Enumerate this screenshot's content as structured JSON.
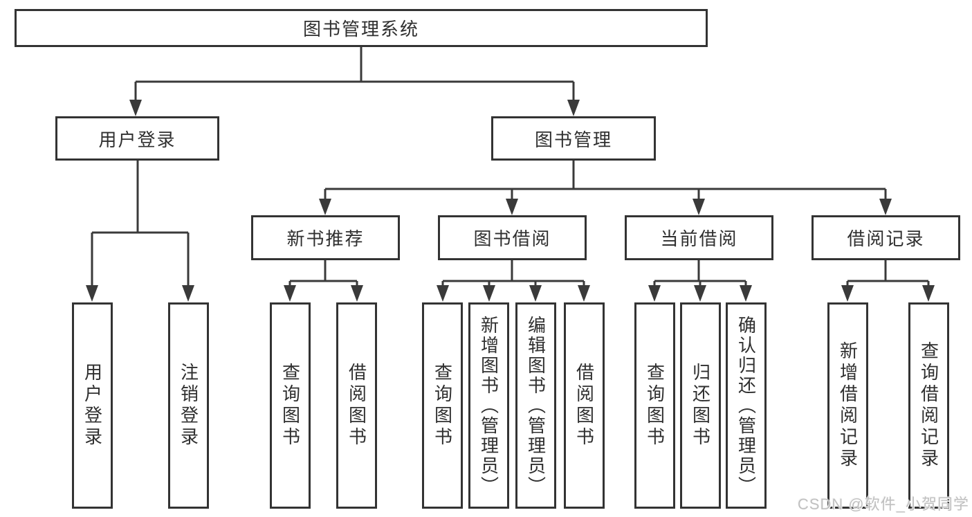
{
  "colors": {
    "line": "#3a3a3a",
    "box_border": "#333333",
    "box_fill": "#ffffff",
    "text": "#2f2f2f",
    "watermark": "#c0c0c0"
  },
  "watermark": {
    "text": "CSDN @软件_小贺同学"
  },
  "diagram": {
    "type": "tree",
    "root": {
      "label": "图书管理系统"
    },
    "branches": [
      {
        "label": "用户登录",
        "children": [
          {
            "label": "用户登录"
          },
          {
            "label": "注销登录"
          }
        ]
      },
      {
        "label": "图书管理",
        "children": [
          {
            "label": "新书推荐",
            "children": [
              {
                "label": "查询图书"
              },
              {
                "label": "借阅图书"
              }
            ]
          },
          {
            "label": "图书借阅",
            "children": [
              {
                "label": "查询图书"
              },
              {
                "label": "新增图书（管理员）"
              },
              {
                "label": "编辑图书（管理员）"
              },
              {
                "label": "借阅图书"
              }
            ]
          },
          {
            "label": "当前借阅",
            "children": [
              {
                "label": "查询图书"
              },
              {
                "label": "归还图书"
              },
              {
                "label": "确认归还（管理员）"
              }
            ]
          },
          {
            "label": "借阅记录",
            "children": [
              {
                "label": "新增借阅记录"
              },
              {
                "label": "查询借阅记录"
              }
            ]
          }
        ]
      }
    ]
  }
}
